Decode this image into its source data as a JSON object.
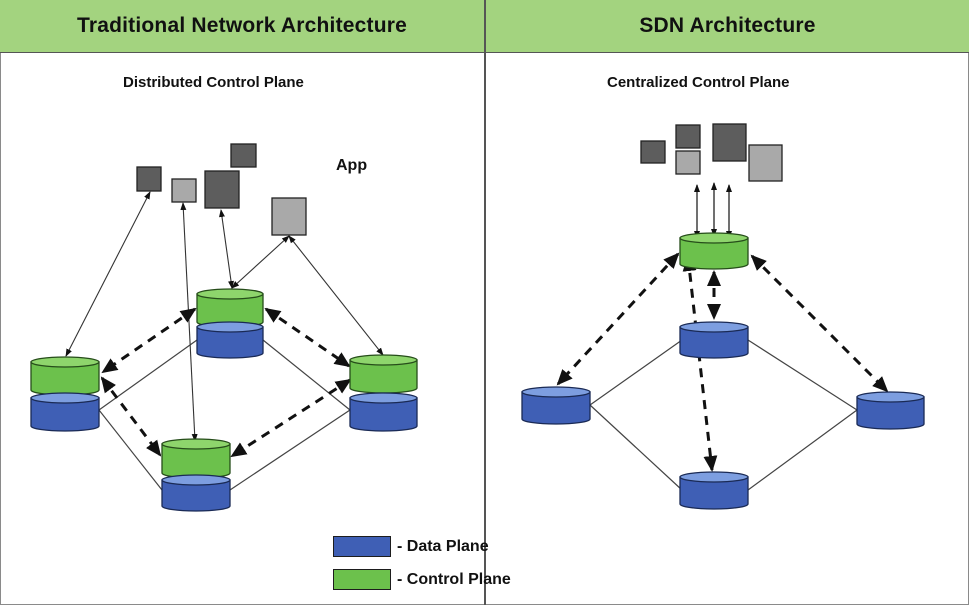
{
  "headers": {
    "left": "Traditional Network Architecture",
    "right": "SDN Architecture"
  },
  "subtitles": {
    "left": "Distributed Control Plane",
    "right": "Centralized Control Plane"
  },
  "app_label": "App",
  "legend": [
    {
      "label": "- Data Plane",
      "color": "#3f5fb5"
    },
    {
      "label": "- Control Plane",
      "color": "#6cc14c"
    }
  ],
  "colors": {
    "header_bg": "#a3d37f",
    "data_plane": "#3f5fb5",
    "data_plane_top": "#7d9ee0",
    "control_plane": "#6cc14c",
    "control_plane_top": "#8ed56c",
    "app_dark": "#5d5d5d",
    "app_light": "#a9a9a9"
  }
}
